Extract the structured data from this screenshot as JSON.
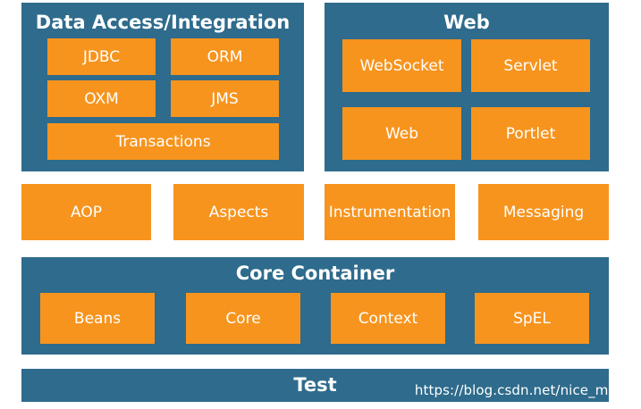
{
  "colors": {
    "panel": "#2e6b8c",
    "box": "#f7941e",
    "text": "#ffffff"
  },
  "data_access": {
    "title": "Data Access/Integration",
    "jdbc": "JDBC",
    "orm": "ORM",
    "oxm": "OXM",
    "jms": "JMS",
    "transactions": "Transactions"
  },
  "web": {
    "title": "Web",
    "websocket": "WebSocket",
    "servlet": "Servlet",
    "web": "Web",
    "portlet": "Portlet"
  },
  "middle": {
    "aop": "AOP",
    "aspects": "Aspects",
    "instrumentation": "Instrumentation",
    "messaging": "Messaging"
  },
  "core_container": {
    "title": "Core Container",
    "beans": "Beans",
    "core": "Core",
    "context": "Context",
    "spel": "SpEL"
  },
  "test": {
    "title": "Test"
  },
  "watermark": "https://blog.csdn.net/nice_meng"
}
